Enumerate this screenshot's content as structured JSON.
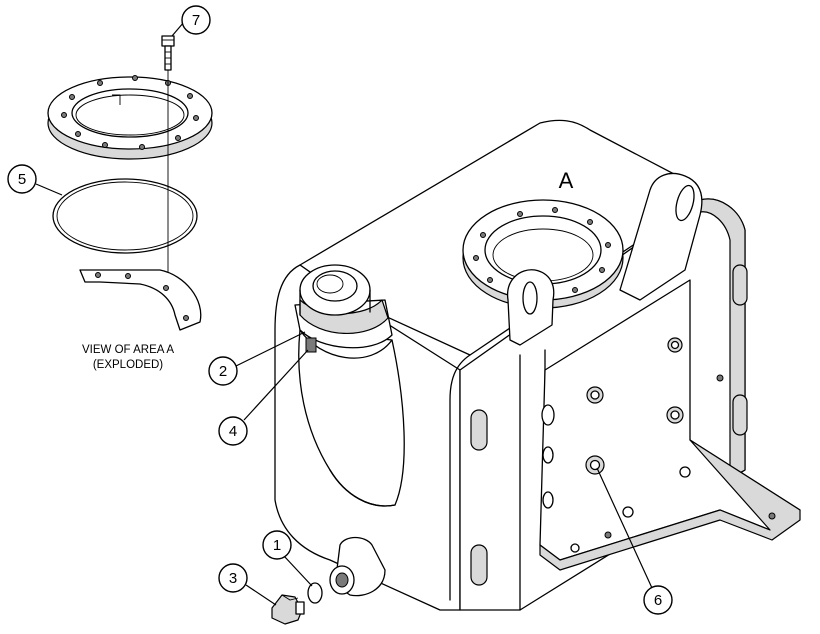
{
  "diagram": {
    "view_caption": {
      "line1": "VIEW OF AREA A",
      "line2": "(EXPLODED)"
    },
    "area_label": "A",
    "callouts": [
      {
        "id": "callout-1",
        "number": "1"
      },
      {
        "id": "callout-2",
        "number": "2"
      },
      {
        "id": "callout-3",
        "number": "3"
      },
      {
        "id": "callout-4",
        "number": "4"
      },
      {
        "id": "callout-5",
        "number": "5"
      },
      {
        "id": "callout-6",
        "number": "6"
      },
      {
        "id": "callout-7",
        "number": "7"
      }
    ]
  }
}
